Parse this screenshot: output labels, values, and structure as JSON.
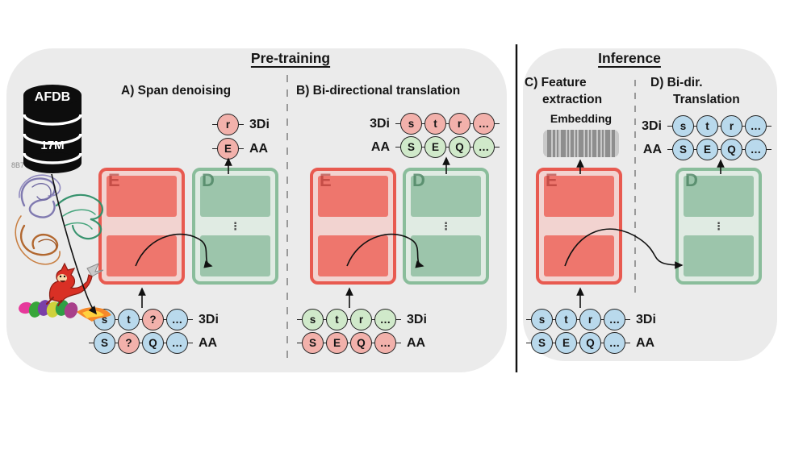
{
  "colors": {
    "panel_bg": "#ebebeb",
    "encoder_border": "#e85a50",
    "encoder_fill": "#f2d3d0",
    "encoder_block": "#ee766d",
    "decoder_border": "#8abd9b",
    "decoder_fill": "#e0ebe3",
    "decoder_block": "#9cc5ab",
    "token_blue": "#b9d9ec",
    "token_pink": "#f2b1ab",
    "token_green": "#d0e9ca",
    "arrow": "#1a1a1a"
  },
  "icons": {
    "vdots": "⋮"
  },
  "database": {
    "name": "AFDB",
    "size": "17M",
    "pdb_id": "8B7V"
  },
  "pretraining": {
    "title": "Pre-training",
    "a": {
      "heading": "A) Span denoising",
      "encoder_label": "E",
      "decoder_label": "D",
      "out1": {
        "label": "3Di",
        "tokens": [
          {
            "t": "r",
            "c": "pink"
          }
        ]
      },
      "out2": {
        "label": "AA",
        "tokens": [
          {
            "t": "E",
            "c": "pink"
          }
        ]
      },
      "in1": {
        "label": "3Di",
        "tokens": [
          {
            "t": "s",
            "c": "blue"
          },
          {
            "t": "t",
            "c": "blue"
          },
          {
            "t": "?",
            "c": "pink"
          },
          {
            "t": "…",
            "c": "blue"
          }
        ]
      },
      "in2": {
        "label": "AA",
        "tokens": [
          {
            "t": "S",
            "c": "blue"
          },
          {
            "t": "?",
            "c": "pink"
          },
          {
            "t": "Q",
            "c": "blue"
          },
          {
            "t": "…",
            "c": "blue"
          }
        ]
      }
    },
    "b": {
      "heading": "B) Bi-directional translation",
      "encoder_label": "E",
      "decoder_label": "D",
      "out1": {
        "label": "3Di",
        "tokens": [
          {
            "t": "s",
            "c": "pink"
          },
          {
            "t": "t",
            "c": "pink"
          },
          {
            "t": "r",
            "c": "pink"
          },
          {
            "t": "…",
            "c": "pink"
          }
        ]
      },
      "out2": {
        "label": "AA",
        "tokens": [
          {
            "t": "S",
            "c": "green"
          },
          {
            "t": "E",
            "c": "green"
          },
          {
            "t": "Q",
            "c": "green"
          },
          {
            "t": "…",
            "c": "green"
          }
        ]
      },
      "in1": {
        "label": "3Di",
        "tokens": [
          {
            "t": "s",
            "c": "green"
          },
          {
            "t": "t",
            "c": "green"
          },
          {
            "t": "r",
            "c": "green"
          },
          {
            "t": "…",
            "c": "green"
          }
        ]
      },
      "in2": {
        "label": "AA",
        "tokens": [
          {
            "t": "S",
            "c": "pink"
          },
          {
            "t": "E",
            "c": "pink"
          },
          {
            "t": "Q",
            "c": "pink"
          },
          {
            "t": "…",
            "c": "pink"
          }
        ]
      }
    }
  },
  "inference": {
    "title": "Inference",
    "c": {
      "heading_line1": "C) Feature",
      "heading_line2": "extraction",
      "embedding_label": "Embedding",
      "encoder_label": "E"
    },
    "d": {
      "heading_line1": "D) Bi-dir.",
      "heading_line2": "Translation",
      "decoder_label": "D",
      "out1": {
        "label": "3Di",
        "tokens": [
          {
            "t": "s",
            "c": "blue"
          },
          {
            "t": "t",
            "c": "blue"
          },
          {
            "t": "r",
            "c": "blue"
          },
          {
            "t": "…",
            "c": "blue"
          }
        ]
      },
      "out2": {
        "label": "AA",
        "tokens": [
          {
            "t": "S",
            "c": "blue"
          },
          {
            "t": "E",
            "c": "blue"
          },
          {
            "t": "Q",
            "c": "blue"
          },
          {
            "t": "…",
            "c": "blue"
          }
        ]
      },
      "in1": {
        "label": "3Di",
        "tokens": [
          {
            "t": "s",
            "c": "blue"
          },
          {
            "t": "t",
            "c": "blue"
          },
          {
            "t": "r",
            "c": "blue"
          },
          {
            "t": "…",
            "c": "blue"
          }
        ]
      },
      "in2": {
        "label": "AA",
        "tokens": [
          {
            "t": "S",
            "c": "blue"
          },
          {
            "t": "E",
            "c": "blue"
          },
          {
            "t": "Q",
            "c": "blue"
          },
          {
            "t": "…",
            "c": "blue"
          }
        ]
      }
    }
  }
}
